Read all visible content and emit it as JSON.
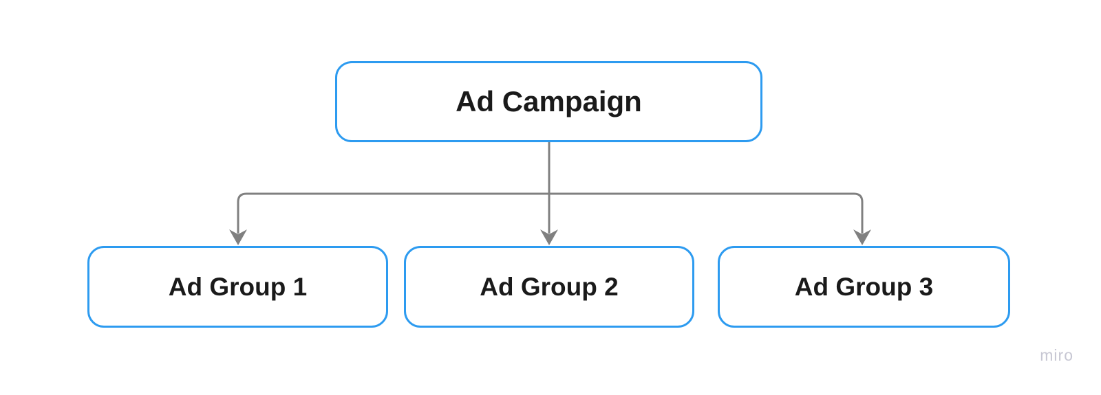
{
  "diagram": {
    "type": "flowchart",
    "nodes": [
      {
        "id": "ad-campaign",
        "label": "Ad Campaign",
        "level": 0
      },
      {
        "id": "ad-group-1",
        "label": "Ad Group 1",
        "level": 1
      },
      {
        "id": "ad-group-2",
        "label": "Ad Group 2",
        "level": 1
      },
      {
        "id": "ad-group-3",
        "label": "Ad Group 3",
        "level": 1
      }
    ],
    "edges": [
      {
        "from": "ad-campaign",
        "to": "ad-group-1"
      },
      {
        "from": "ad-campaign",
        "to": "ad-group-2"
      },
      {
        "from": "ad-campaign",
        "to": "ad-group-3"
      }
    ]
  },
  "watermark": {
    "label": "miro"
  },
  "colors": {
    "canvas_bg": "#FFFFFF",
    "node_border": "#2D9BF0",
    "node_fill": "#FFFFFF",
    "node_text": "#1A1A1A",
    "connector": "#808080",
    "watermark_text": "#C7C7D3"
  }
}
